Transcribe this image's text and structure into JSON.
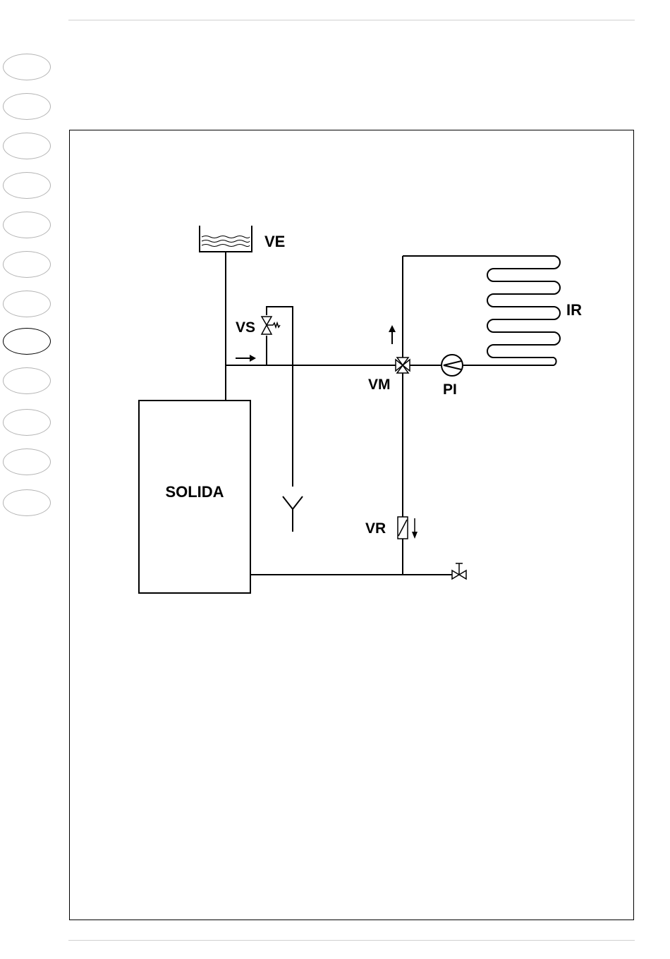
{
  "side_tabs": {
    "count": 12,
    "active_index": 7
  },
  "diagram": {
    "labels": {
      "ve": "VE",
      "vs": "VS",
      "vm": "VM",
      "pi": "PI",
      "ir": "IR",
      "vr": "VR",
      "boiler": "SOLIDA"
    }
  }
}
